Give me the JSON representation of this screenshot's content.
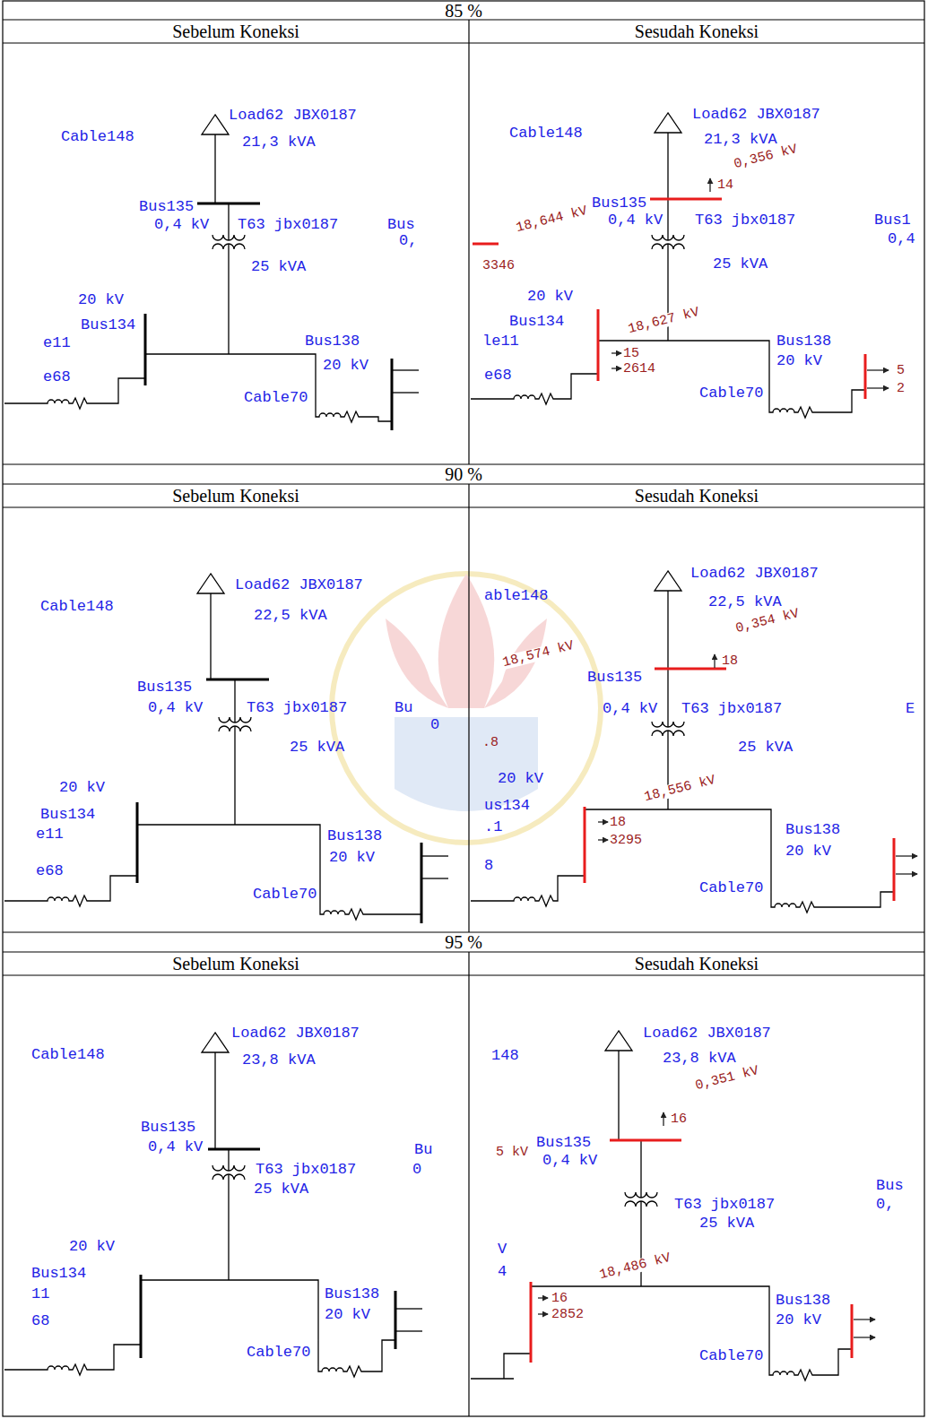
{
  "diagram": {
    "labels": [
      "85 %",
      "Sebelum Koneksi",
      "Sesudah Koneksi",
      "Cable148",
      "Load62 JBX0187",
      "21,3 kVA",
      "Bus135",
      "0,4 kV",
      "T63 jbx0187",
      "Bus",
      "0,",
      "25 kVA",
      "20 kV",
      "Bus134",
      "e11",
      "e68",
      "Bus138",
      "20 kV",
      "Cable70",
      "Cable148",
      "Load62 JBX0187",
      "21,3 kVA",
      "0,356 kV",
      "14",
      "18,644 kV",
      "Bus135",
      "0,4 kV",
      "T63 jbx0187",
      "Bus1",
      "0,4",
      "3346",
      "25 kVA",
      "20 kV",
      "Bus134",
      "le11",
      "e68",
      "18,627 kV",
      "15",
      "2614",
      "Bus138",
      "20 kV",
      "5",
      "2",
      "Cable70",
      "90 %",
      "Sebelum Koneksi",
      "Sesudah Koneksi",
      "Load62 JBX0187",
      "Cable148",
      "22,5 kVA",
      "Bus135",
      "0,4 kV",
      "T63 jbx0187",
      "Bu",
      "0",
      "25 kVA",
      "20 kV",
      "Bus134",
      "e11",
      "e68",
      "Bus138",
      "20 kV",
      "Cable70",
      "Load62 JBX0187",
      "able148",
      "22,5 kVA",
      "0,354 kV",
      "18",
      "18,574 kV",
      "Bus135",
      "0,4 kV",
      "T63 jbx0187",
      "E",
      ".8",
      "25 kVA",
      "20 kV",
      "us134",
      ".1",
      "8",
      "18,556 kV",
      "18",
      "3295",
      "Bus138",
      "20 kV",
      "Cable70",
      "95 %",
      "Sebelum Koneksi",
      "Sesudah Koneksi",
      "Load62 JBX0187",
      "Cable148",
      "23,8 kVA",
      "Bus135",
      "0,4 kV",
      "Bu",
      "T63 jbx0187",
      "0",
      "25 kVA",
      "20 kV",
      "Bus134",
      "11",
      "68",
      "Bus138",
      "20 kV",
      "Cable70",
      "Load62 JBX0187",
      "148",
      "23,8 kVA",
      "0,351 kV",
      "16",
      "5 kV",
      "Bus135",
      "0,4 kV",
      "Bus",
      "T63 jbx0187",
      "0,",
      "25 kVA",
      "V",
      "4",
      "18,486 kV",
      "16",
      "2852",
      "Bus138",
      "20 kV",
      "Cable70"
    ]
  }
}
